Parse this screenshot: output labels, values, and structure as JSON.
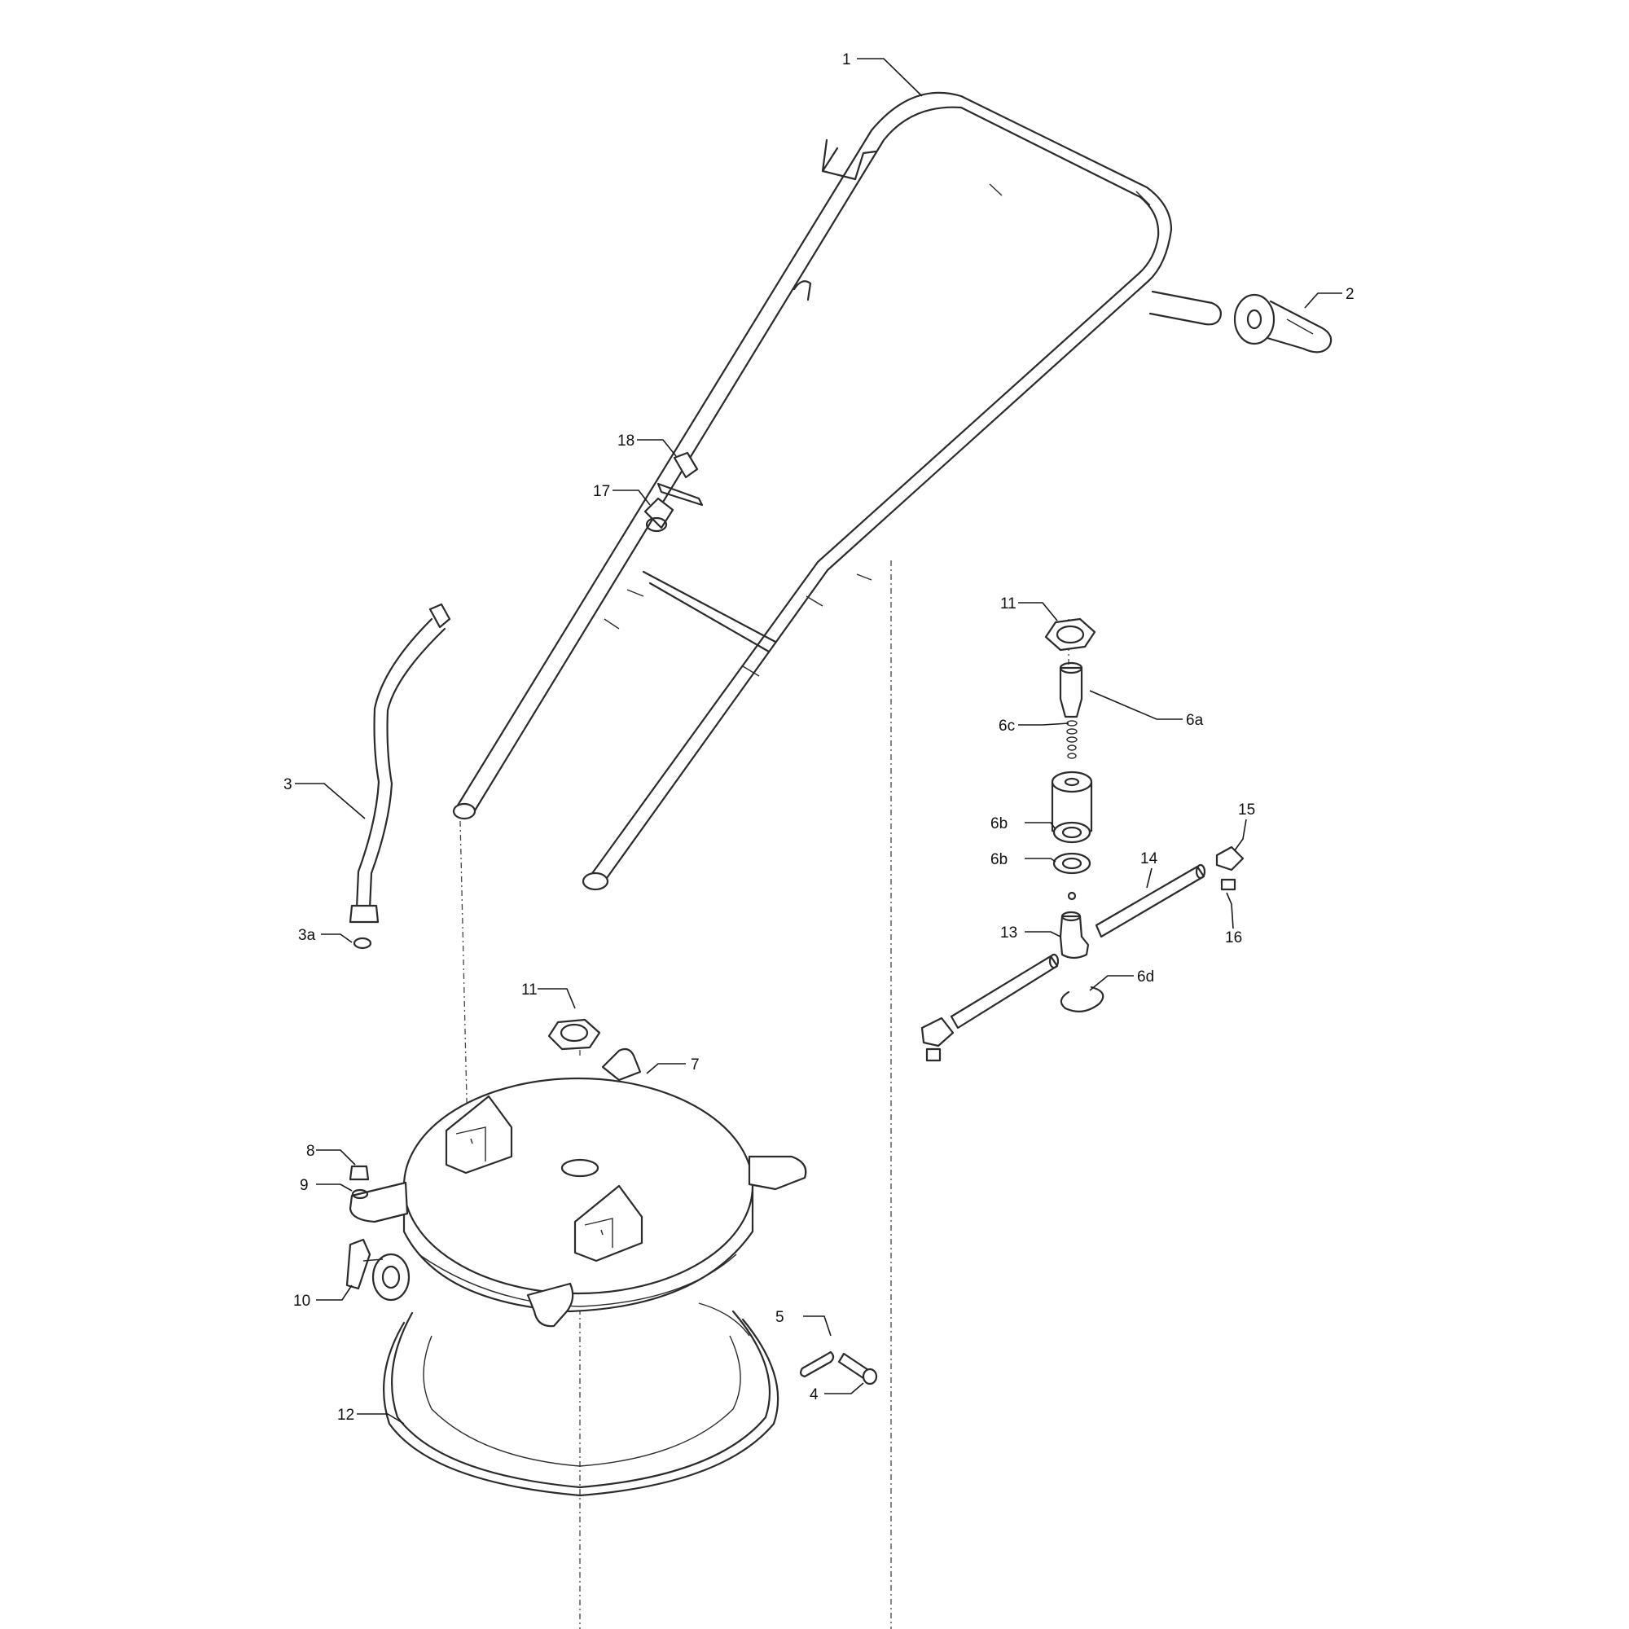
{
  "callouts": {
    "c1": "1",
    "c2": "2",
    "c3": "3",
    "c3a": "3a",
    "c4": "4",
    "c5": "5",
    "c6a": "6a",
    "c6b_top": "6b",
    "c6b_bottom": "6b",
    "c6c": "6c",
    "c6d": "6d",
    "c7": "7",
    "c8": "8",
    "c9": "9",
    "c10": "10",
    "c11_upper": "11",
    "c11_lower": "11",
    "c12": "12",
    "c13": "13",
    "c14": "14",
    "c15": "15",
    "c16": "16",
    "c17": "17",
    "c18": "18"
  }
}
